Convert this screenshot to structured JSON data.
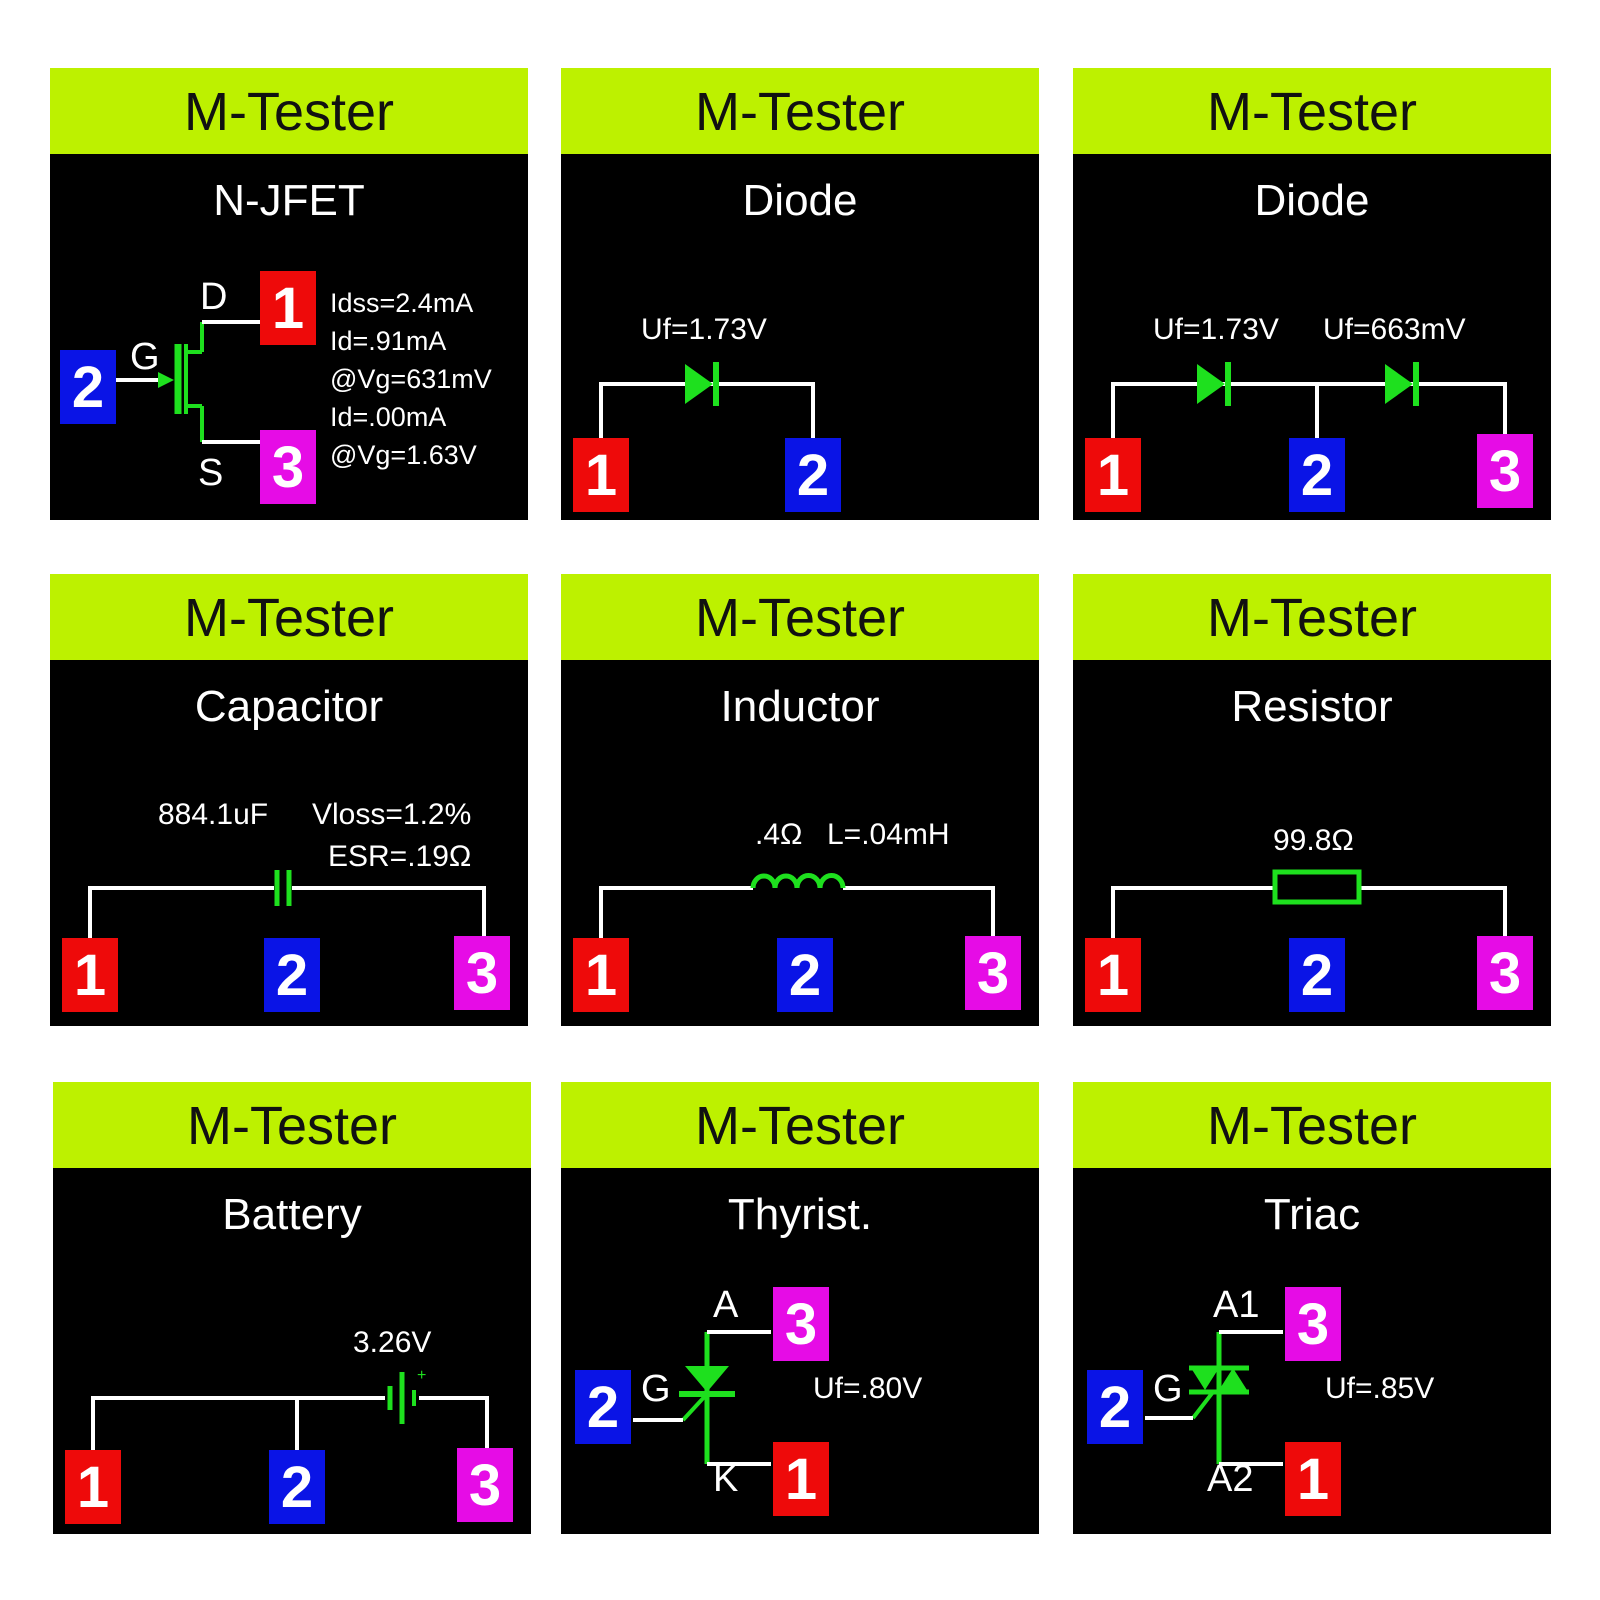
{
  "header_title": "M-Tester",
  "panels": {
    "njfet": {
      "title": "N-JFET",
      "pins": {
        "d": "1",
        "g": "2",
        "s": "3"
      },
      "labels": {
        "d": "D",
        "g": "G",
        "s": "S"
      },
      "readings": [
        "Idss=2.4mA",
        "Id=.91mA",
        "@Vg=631mV",
        "Id=.00mA",
        "@Vg=1.63V"
      ]
    },
    "diode1": {
      "title": "Diode",
      "uf": "Uf=1.73V",
      "pins": [
        "1",
        "2"
      ]
    },
    "diode2": {
      "title": "Diode",
      "uf1": "Uf=1.73V",
      "uf2": "Uf=663mV",
      "pins": [
        "1",
        "2",
        "3"
      ]
    },
    "capacitor": {
      "title": "Capacitor",
      "value": "884.1uF",
      "vloss": "Vloss=1.2%",
      "esr": "ESR=.19Ω",
      "pins": [
        "1",
        "2",
        "3"
      ]
    },
    "inductor": {
      "title": "Inductor",
      "r": ".4Ω",
      "l": "L=.04mH",
      "pins": [
        "1",
        "2",
        "3"
      ]
    },
    "resistor": {
      "title": "Resistor",
      "value": "99.8Ω",
      "pins": [
        "1",
        "2",
        "3"
      ]
    },
    "battery": {
      "title": "Battery",
      "voltage": "3.26V",
      "pins": [
        "1",
        "2",
        "3"
      ]
    },
    "thyristor": {
      "title": "Thyrist.",
      "pins": {
        "a": "3",
        "g": "2",
        "k": "1"
      },
      "labels": {
        "a": "A",
        "g": "G",
        "k": "K"
      },
      "uf": "Uf=.80V"
    },
    "triac": {
      "title": "Triac",
      "pins": {
        "a1": "3",
        "g": "2",
        "a2": "1"
      },
      "labels": {
        "a1": "A1",
        "g": "G",
        "a2": "A2"
      },
      "uf": "Uf=.85V"
    }
  },
  "colors": {
    "header": "#bdf100",
    "pin1": "#ee0a0a",
    "pin2": "#0a14e6",
    "pin3": "#e60ce6",
    "symbol": "#1ee01e",
    "wire": "#ffffff"
  }
}
